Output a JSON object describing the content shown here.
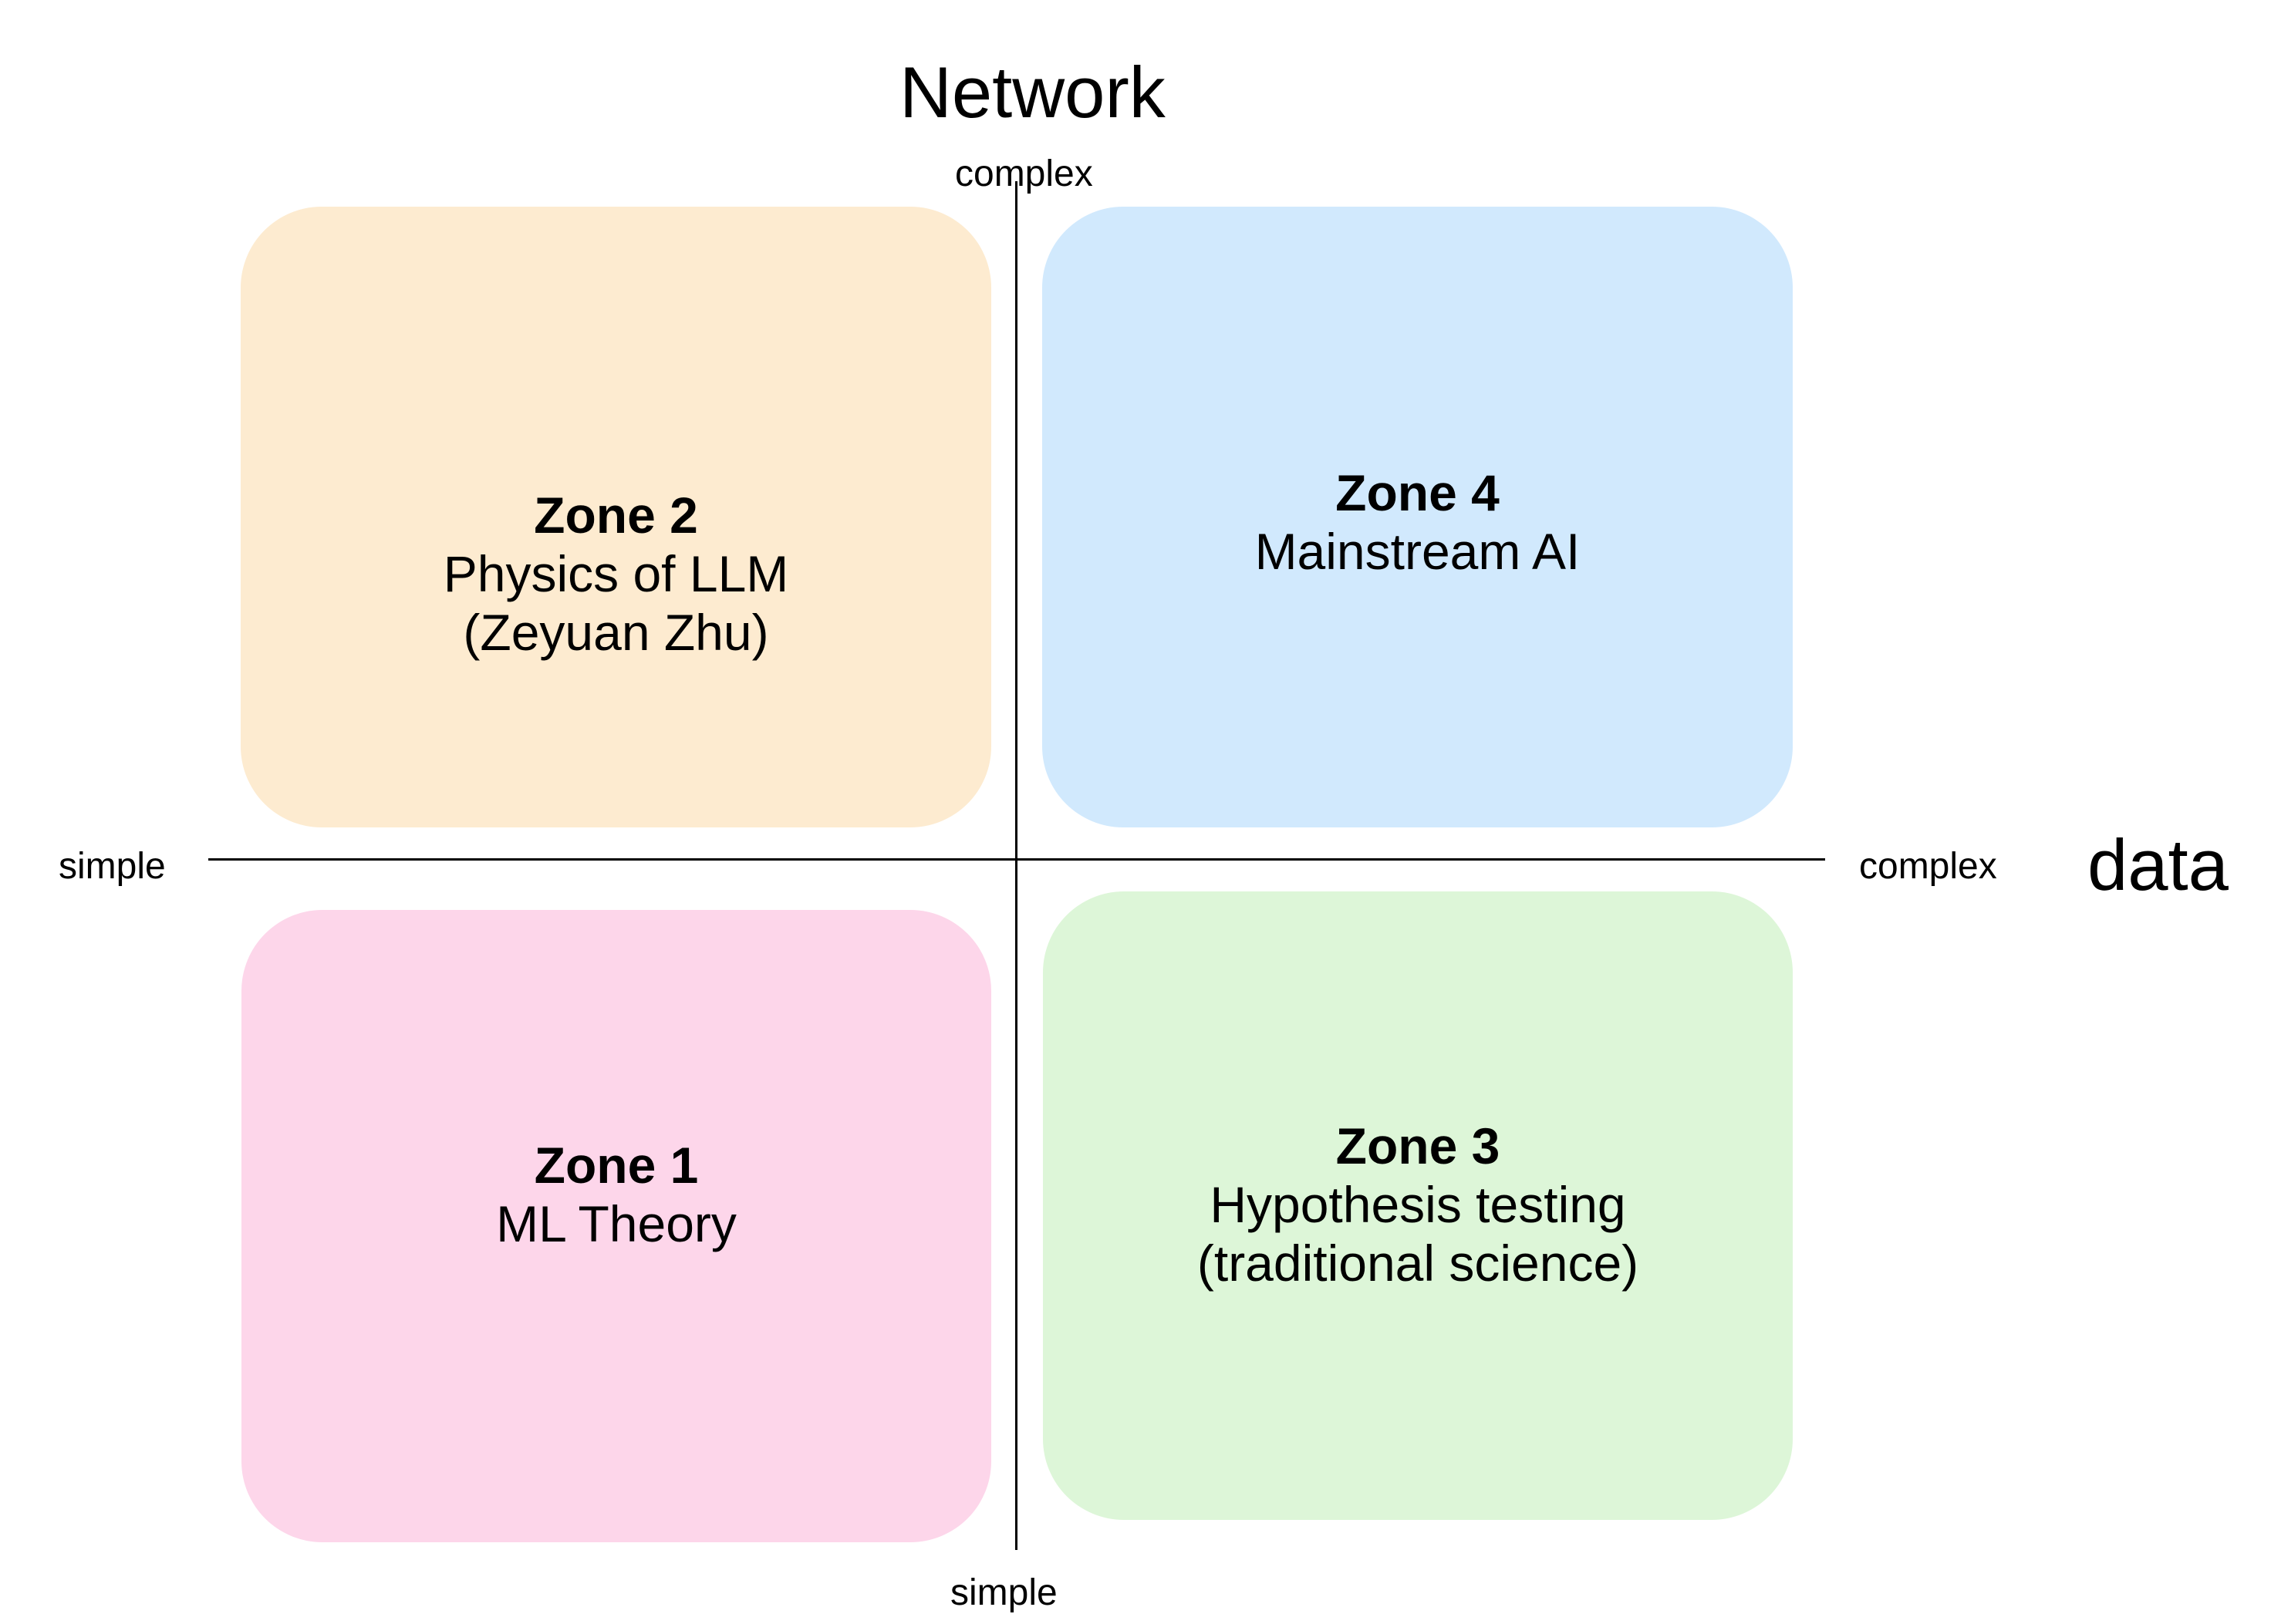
{
  "axes": {
    "y_title": "Network",
    "y_top_label": "complex",
    "y_bottom_label": "simple",
    "x_title": "data",
    "x_left_label": "simple",
    "x_right_label": "complex"
  },
  "zones": {
    "zone2": {
      "title": "Zone 2",
      "lines": [
        "Physics of LLM",
        "(Zeyuan Zhu)"
      ],
      "color": "#FDEBD0"
    },
    "zone4": {
      "title": "Zone 4",
      "lines": [
        "Mainstream AI"
      ],
      "color": "#D1E9FD"
    },
    "zone1": {
      "title": "Zone 1",
      "lines": [
        "ML Theory"
      ],
      "color": "#FDD6EA"
    },
    "zone3": {
      "title": "Zone 3",
      "lines": [
        "Hypothesis testing",
        "(traditional science)"
      ],
      "color": "#DDF6D8"
    }
  }
}
